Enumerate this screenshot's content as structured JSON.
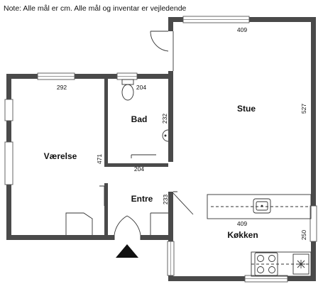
{
  "note": "Note: Alle mål er cm. Alle mål og inventar er vejledende",
  "rooms": {
    "stue": "Stue",
    "vaerelse": "Værelse",
    "bad": "Bad",
    "entre": "Entre",
    "koekken": "Køkken"
  },
  "dimensions": {
    "stue_width": "409",
    "stue_height": "527",
    "vaerelse_width": "292",
    "vaerelse_height": "471",
    "bad_width_top": "204",
    "bad_height": "232",
    "bad_width_bottom": "204",
    "entre_height": "233",
    "koekken_width": "409",
    "koekken_height": "250"
  },
  "colors": {
    "wall": "#4a4a4a",
    "line": "#333333",
    "entrance_marker": "#111111"
  },
  "icons": {
    "entrance": "entrance-arrow-icon",
    "sink": "sink-icon",
    "stove": "stove-icon",
    "toilet": "toilet-icon"
  }
}
